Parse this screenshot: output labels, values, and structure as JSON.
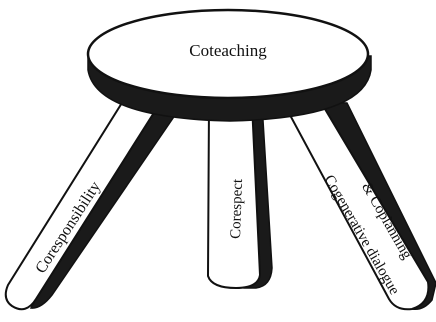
{
  "diagram": {
    "seat_label": "Coteaching",
    "legs": [
      {
        "label": "Coresponsibility"
      },
      {
        "label": "Corespect"
      },
      {
        "label_line1": "Cogenerative dialogue",
        "label_line2": "& Coplanning"
      }
    ],
    "colors": {
      "outline": "#111111",
      "shadow": "#1a1a1a",
      "fill": "#ffffff"
    }
  }
}
